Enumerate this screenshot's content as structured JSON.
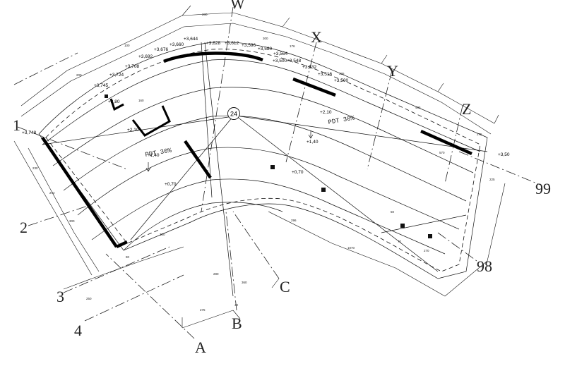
{
  "axes": {
    "letters": [
      "W",
      "X",
      "Y",
      "Z",
      "A",
      "B",
      "C"
    ],
    "numbers": [
      "1",
      "2",
      "3",
      "4",
      "98",
      "99"
    ]
  },
  "marker": "24",
  "elevations": [
    "+3,644",
    "+3,660",
    "+3,676",
    "+3,692",
    "+3,708",
    "+3,724",
    "+3,745",
    "+3,748",
    "+3,628",
    "+3,612",
    "+3,596",
    "+3,580",
    "+3,564",
    "+3,548",
    "+3,532",
    "+3,500",
    "+3,516",
    "+3,500",
    "+3,50",
    "+2,80",
    "+2,10",
    "+2,10",
    "+1,40",
    "+0,70",
    "+0,70",
    "+1,40"
  ],
  "slopes": [
    "PDT 30%",
    "PDT 30%"
  ],
  "dimensions": [
    "280",
    "300",
    "176",
    "305",
    "405",
    "275",
    "570",
    "225",
    "270",
    "1070",
    "296",
    "280",
    "275",
    "360",
    "40",
    "160",
    "200",
    "100",
    "380",
    "90",
    "50",
    "70",
    "230",
    "272",
    "300",
    "250"
  ]
}
